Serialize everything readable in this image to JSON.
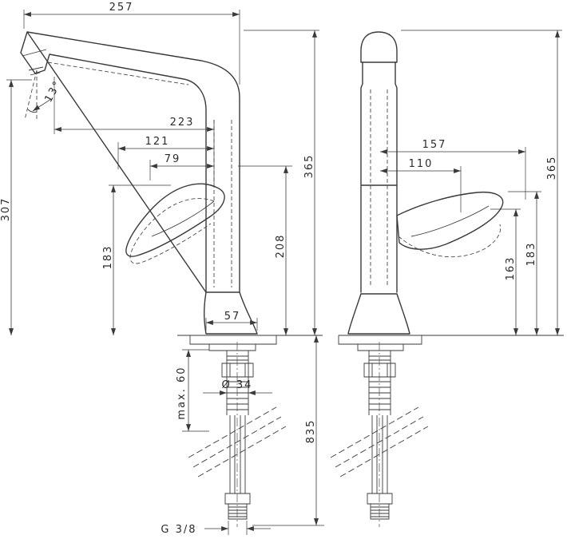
{
  "diagram": {
    "kind": "technical-drawing",
    "subject": "single-lever kitchen faucet, two orthographic views with dimensions (mm)",
    "colors": {
      "line": "#3a3a3a",
      "background": "#ffffff"
    },
    "side_view": {
      "reach_total": "257",
      "spray_angle": "13°",
      "reach_223": "223",
      "reach_121": "121",
      "reach_79": "79",
      "spout_height": "307",
      "height_183": "183",
      "height_208": "208",
      "total_height": "365",
      "base_width": "57",
      "max_mounting_depth": "max. 60",
      "shank_diameter": "Ø 34",
      "hose_length": "835",
      "thread_size": "G 3/8"
    },
    "front_view": {
      "handle_reach_157": "157",
      "handle_reach_110": "110",
      "total_height": "365",
      "height_163": "163",
      "height_183": "183"
    }
  }
}
